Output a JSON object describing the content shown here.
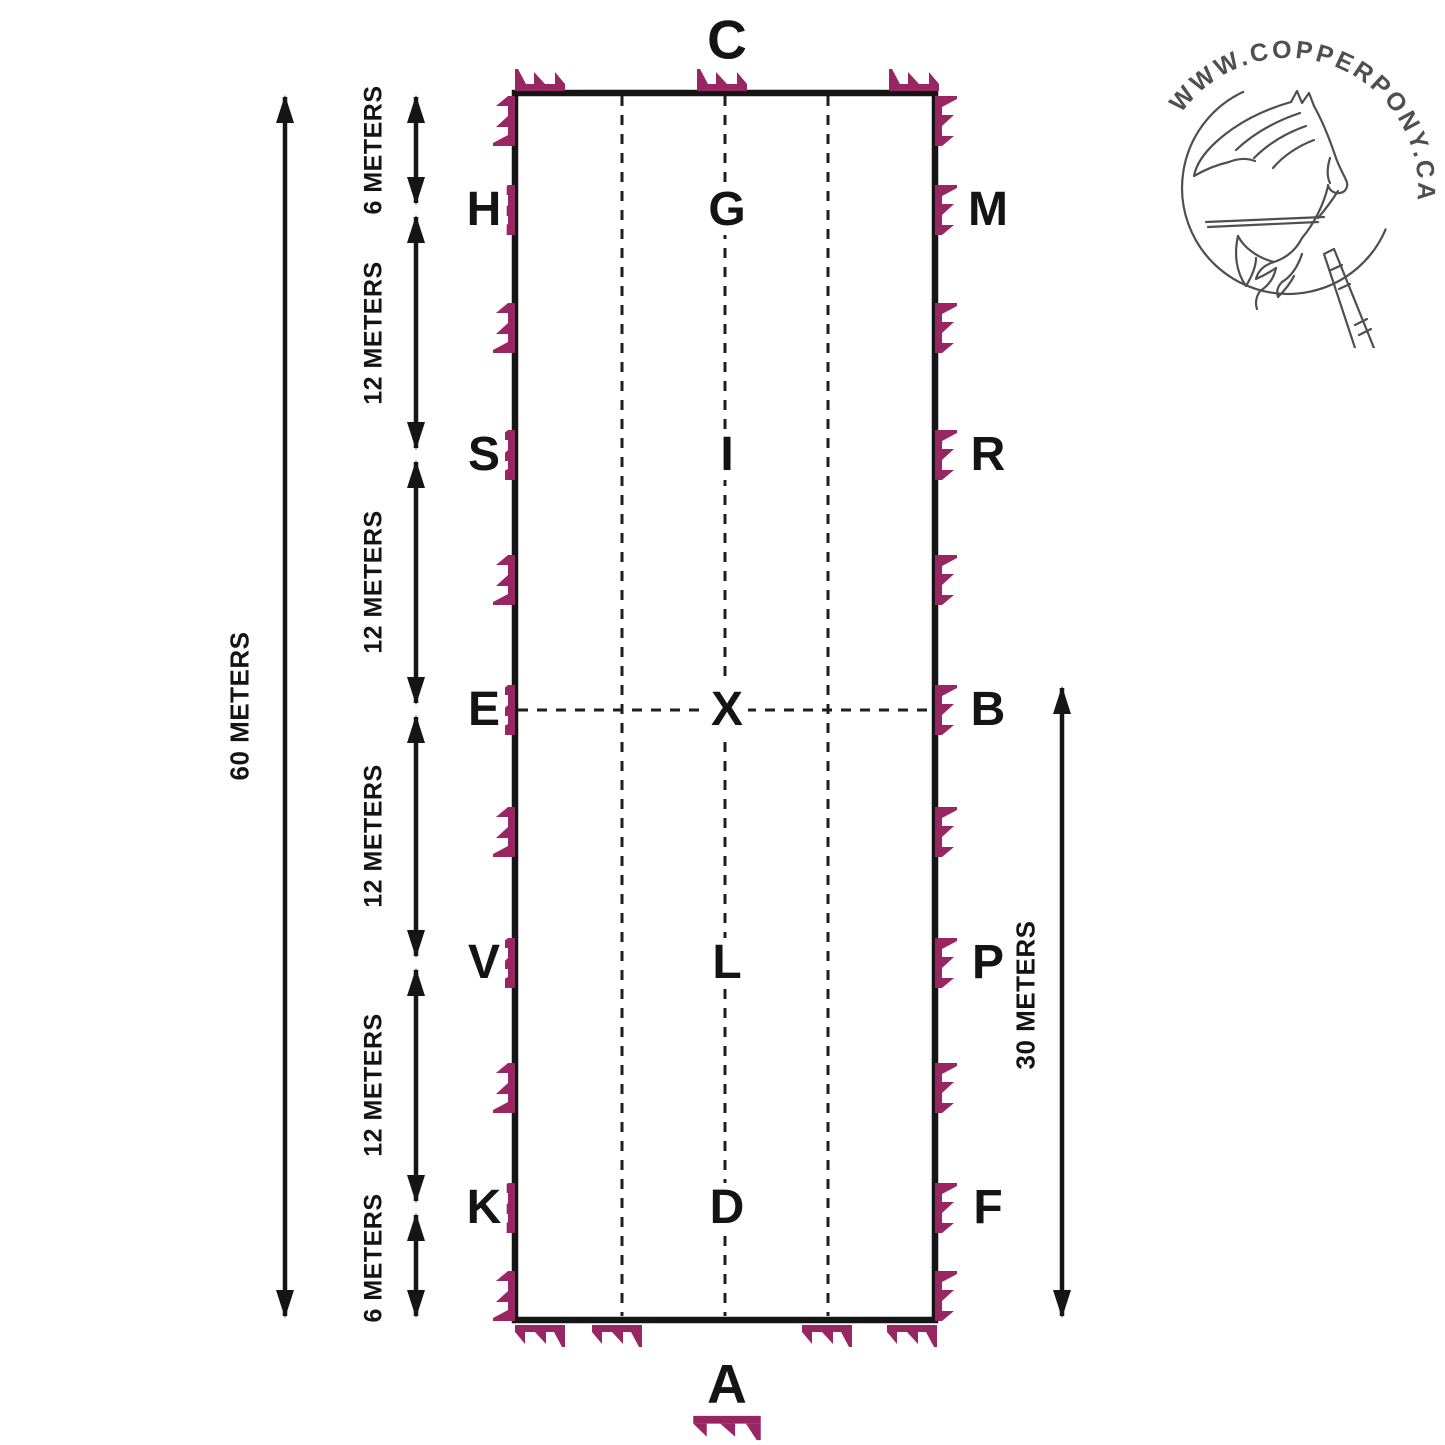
{
  "colors": {
    "accent": "#982663",
    "ink": "#141414",
    "logo": "#4f4f4f"
  },
  "arena": {
    "top_letter": "C",
    "bottom_letter": "A",
    "left_letters": [
      "H",
      "S",
      "E",
      "V",
      "K"
    ],
    "right_letters": [
      "M",
      "R",
      "B",
      "P",
      "F"
    ],
    "center_letters": [
      "G",
      "I",
      "X",
      "L",
      "D"
    ]
  },
  "measurements": {
    "total_left": "60 METERS",
    "right_half": "30 METERS",
    "segments": [
      "6 METERS",
      "12 METERS",
      "12 METERS",
      "12 METERS",
      "12 METERS",
      "6 METERS"
    ]
  },
  "logo": {
    "text": "WWW.COPPERPONY.CA"
  }
}
